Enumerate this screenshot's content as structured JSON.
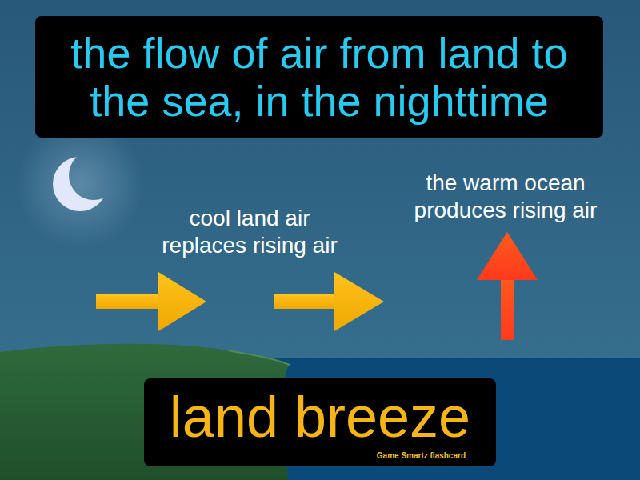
{
  "diagram": {
    "nodes": [
      {
        "text": [
          "the flow of air from land to the sea, in the nighttime"
        ]
      },
      {
        "text": [
          "land breeze",
          "Game Smartz flashcard"
        ]
      }
    ],
    "labels": [
      "cool land air replaces rising air",
      "the warm ocean produces rising air"
    ]
  }
}
